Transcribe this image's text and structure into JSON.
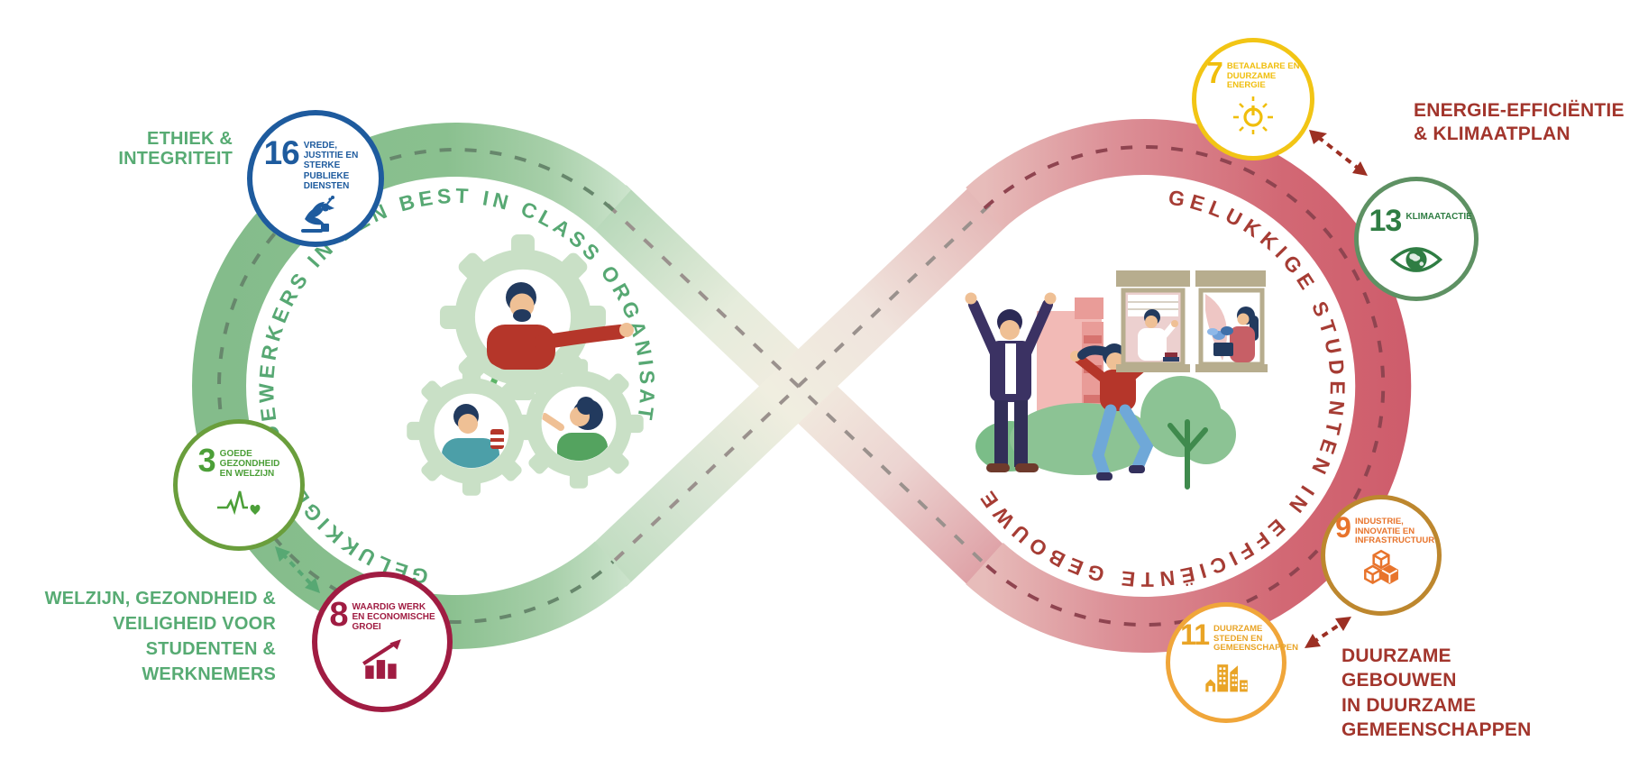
{
  "loops": {
    "left_text": "GELUKKIGE MEDEWERKERS IN EEN BEST IN CLASS ORGANISATIE",
    "right_text": "GELUKKIGE STUDENTEN IN EFFICIËNTE GEBOUWEN",
    "left_ribbon_color": "#84BC8B",
    "right_ribbon_color": "#CE5C6B",
    "left_text_color": "#57A873",
    "right_text_color": "#A63C34"
  },
  "annotations": {
    "ethics": "ETHIEK &\nINTEGRITEIT",
    "wellbeing": "WELZIJN, GEZONDHEID &\nVEILIGHEID VOOR STUDENTEN &\nWERKNEMERS",
    "energy": "ENERGIE-EFFICIËNTIE\n& KLIMAATPLAN",
    "buildings": "DUURZAME GEBOUWEN\nIN DUURZAME\nGEMEENSCHAPPEN",
    "green_label_color": "#57AB73",
    "red_label_color": "#A2352C"
  },
  "sdg_badges": [
    {
      "number": "16",
      "title": "VREDE,\nJUSTITIE EN\nSTERKE PUBLIEKE\nDIENSTEN",
      "color": "#1E5B9E",
      "ring_color": "#1E5B9E",
      "icon": "dove-and-gavel"
    },
    {
      "number": "3",
      "title": "GOEDE\nGEZONDHEID\nEN WELZIJN",
      "color": "#4C9F38",
      "ring_color": "#6A9E3C",
      "icon": "ekg-heart"
    },
    {
      "number": "8",
      "title": "WAARDIG WERK\nEN ECONOMISCHE\nGROEI",
      "color": "#A01C42",
      "ring_color": "#A01C42",
      "icon": "growth-chart"
    },
    {
      "number": "7",
      "title": "BETAALBARE EN\nDUURZAME\nENERGIE",
      "color": "#F0BE0C",
      "ring_color": "#F2C515",
      "icon": "sun-power"
    },
    {
      "number": "13",
      "title": "KLIMAATACTIE",
      "color": "#2F7D43",
      "ring_color": "#5E9163",
      "icon": "eye-globe"
    },
    {
      "number": "9",
      "title": "INDUSTRIE,\nINNOVATIE EN\nINFRASTRUCTUUR",
      "color": "#E8742C",
      "ring_color": "#BD872E",
      "icon": "cubes"
    },
    {
      "number": "11",
      "title": "DUURZAME\nSTEDEN EN\nGEMEENSCHAPPEN",
      "color": "#E9A426",
      "ring_color": "#F0A63A",
      "icon": "city-skyline"
    }
  ],
  "arrows": {
    "green_arrow_color": "#57A873",
    "red_arrow_color": "#9C2F23"
  }
}
